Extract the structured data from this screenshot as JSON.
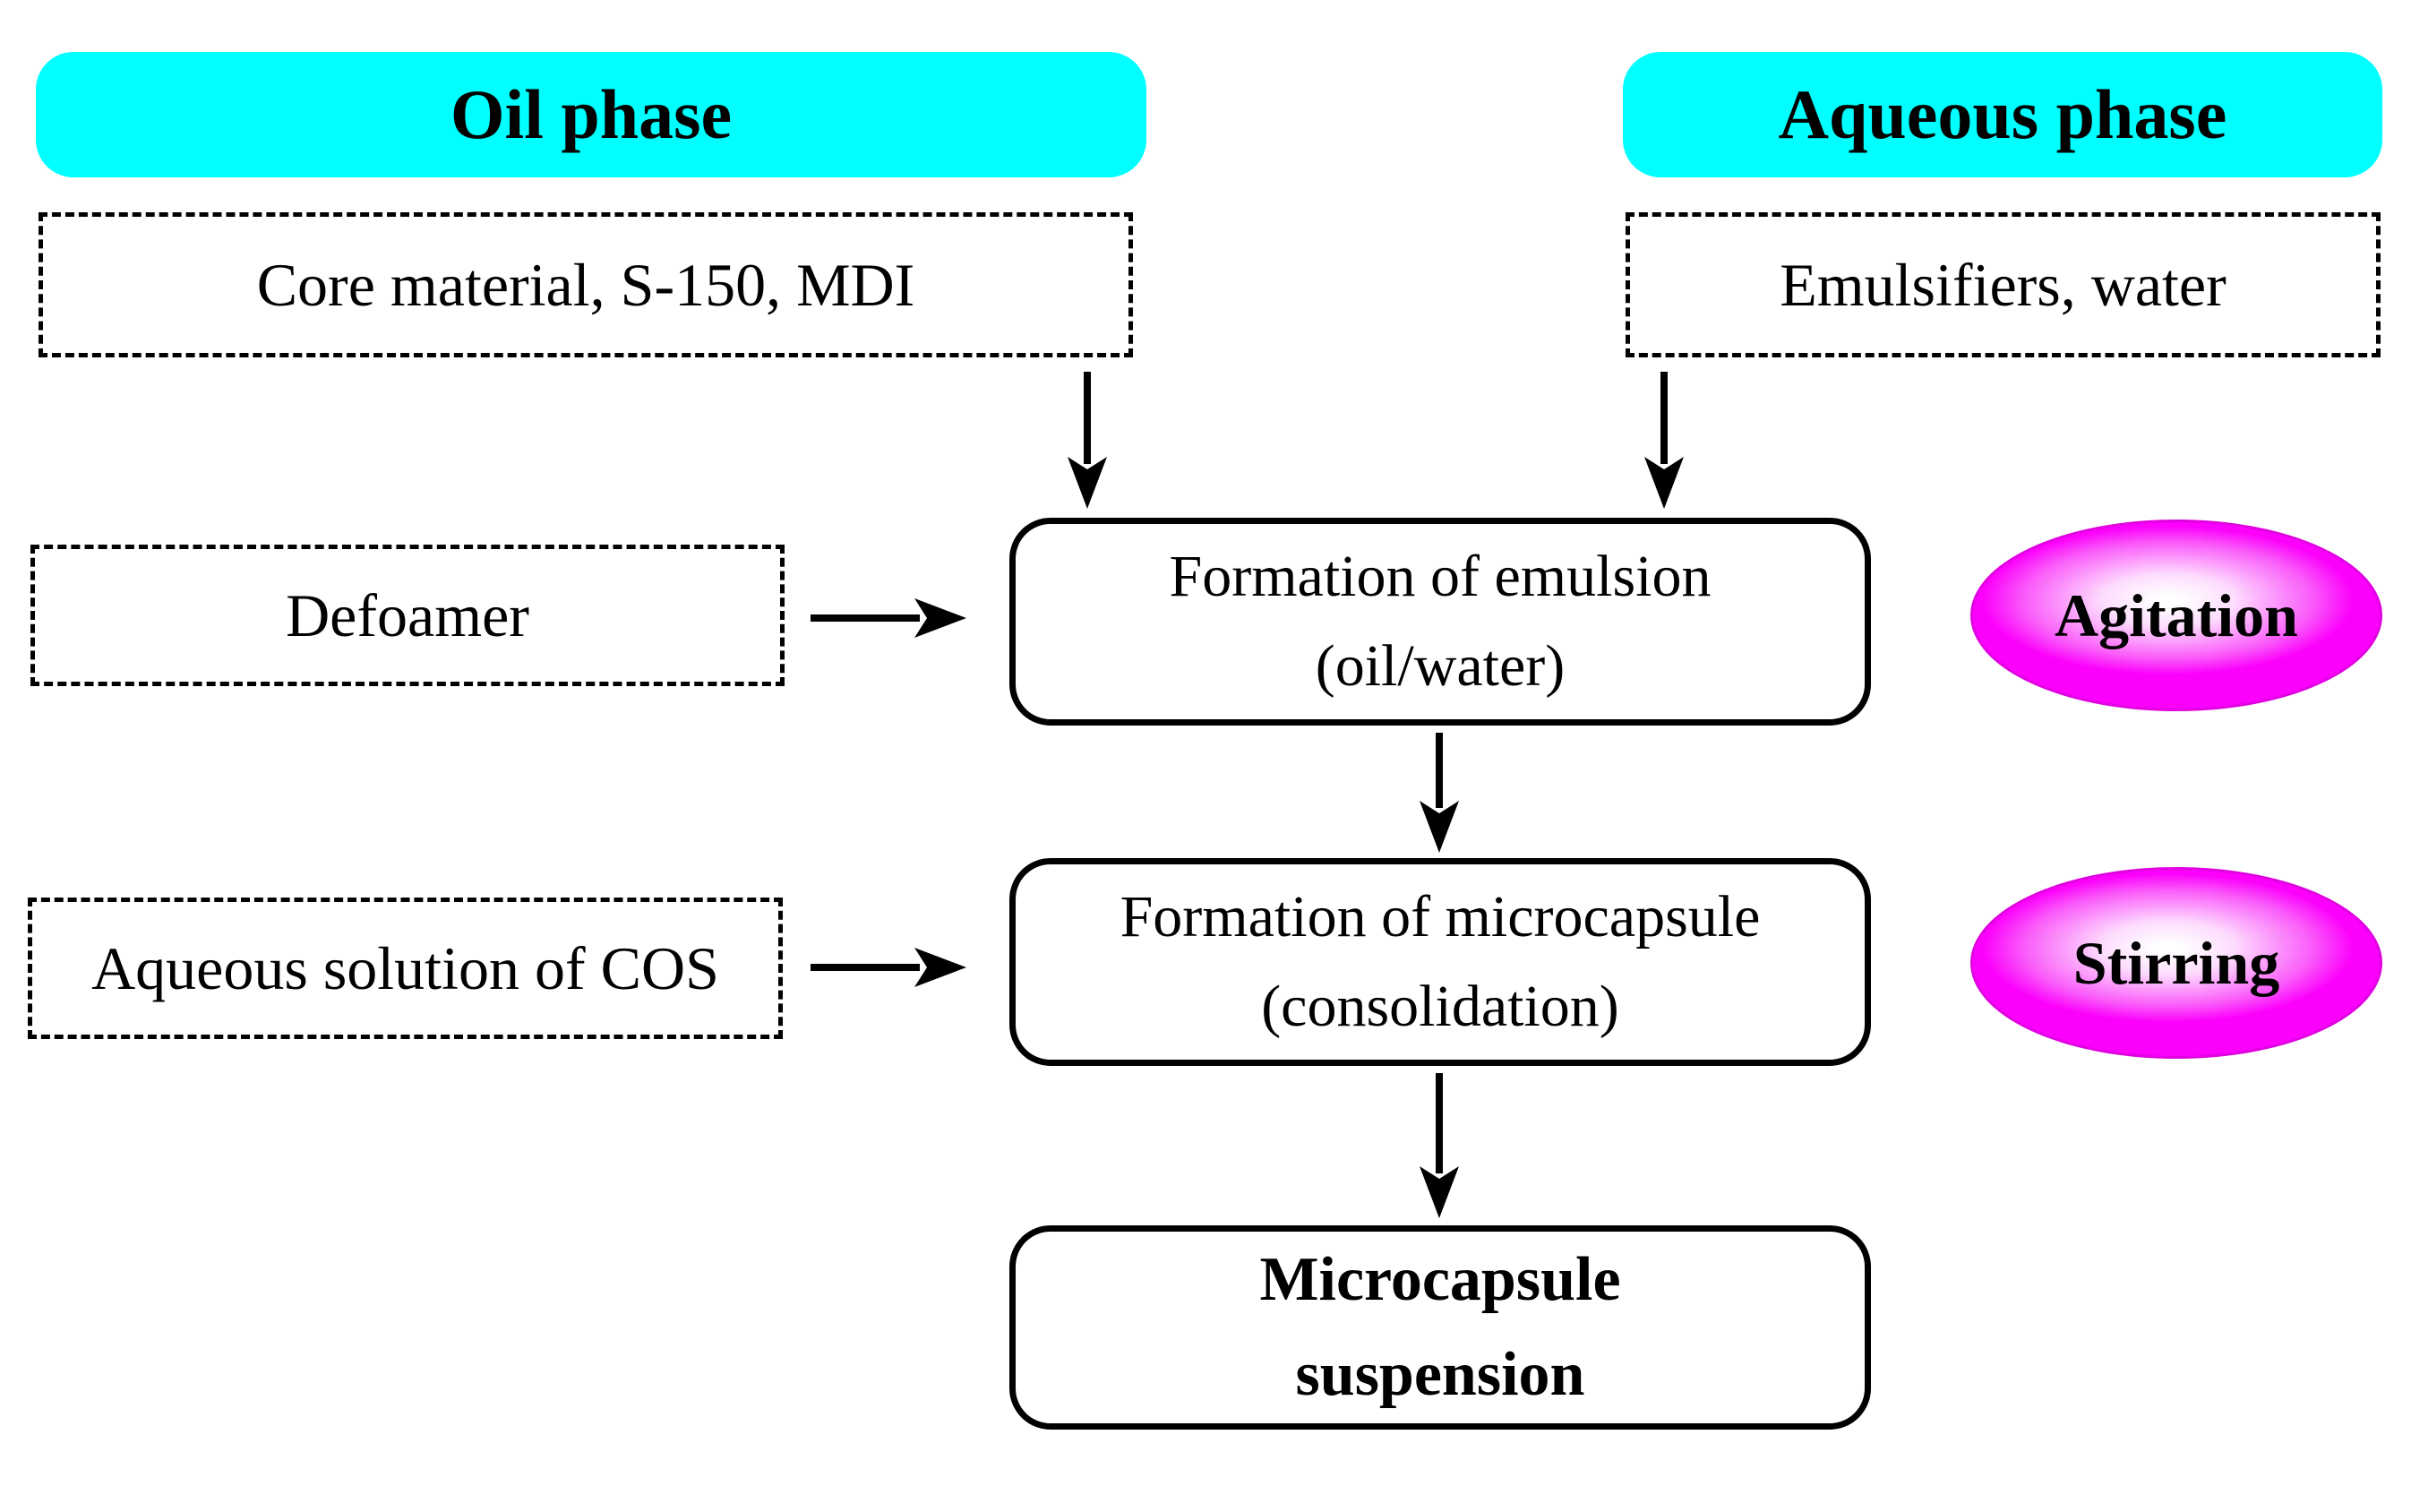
{
  "headers": {
    "oil_phase": "Oil phase",
    "aqueous_phase": "Aqueous phase"
  },
  "inputs": {
    "core_material": "Core material, S-150, MDI",
    "emulsifiers": "Emulsifiers, water",
    "defoamer": "Defoamer",
    "cos_solution": "Aqueous solution of COS"
  },
  "process": {
    "emulsion": {
      "line1": "Formation of emulsion",
      "line2": "(oil/water)"
    },
    "microcapsule": {
      "line1": "Formation of microcapsule",
      "line2": "(consolidation)"
    },
    "suspension": {
      "line1": "Microcapsule",
      "line2": "suspension"
    }
  },
  "conditions": {
    "agitation": "Agitation",
    "stirring": "Stirring"
  },
  "colors": {
    "phase_fill": "#00ffff",
    "condition_fill": "#fb00fb",
    "condition_edge": "#e000e0",
    "line": "#000000",
    "text": "#000000"
  }
}
